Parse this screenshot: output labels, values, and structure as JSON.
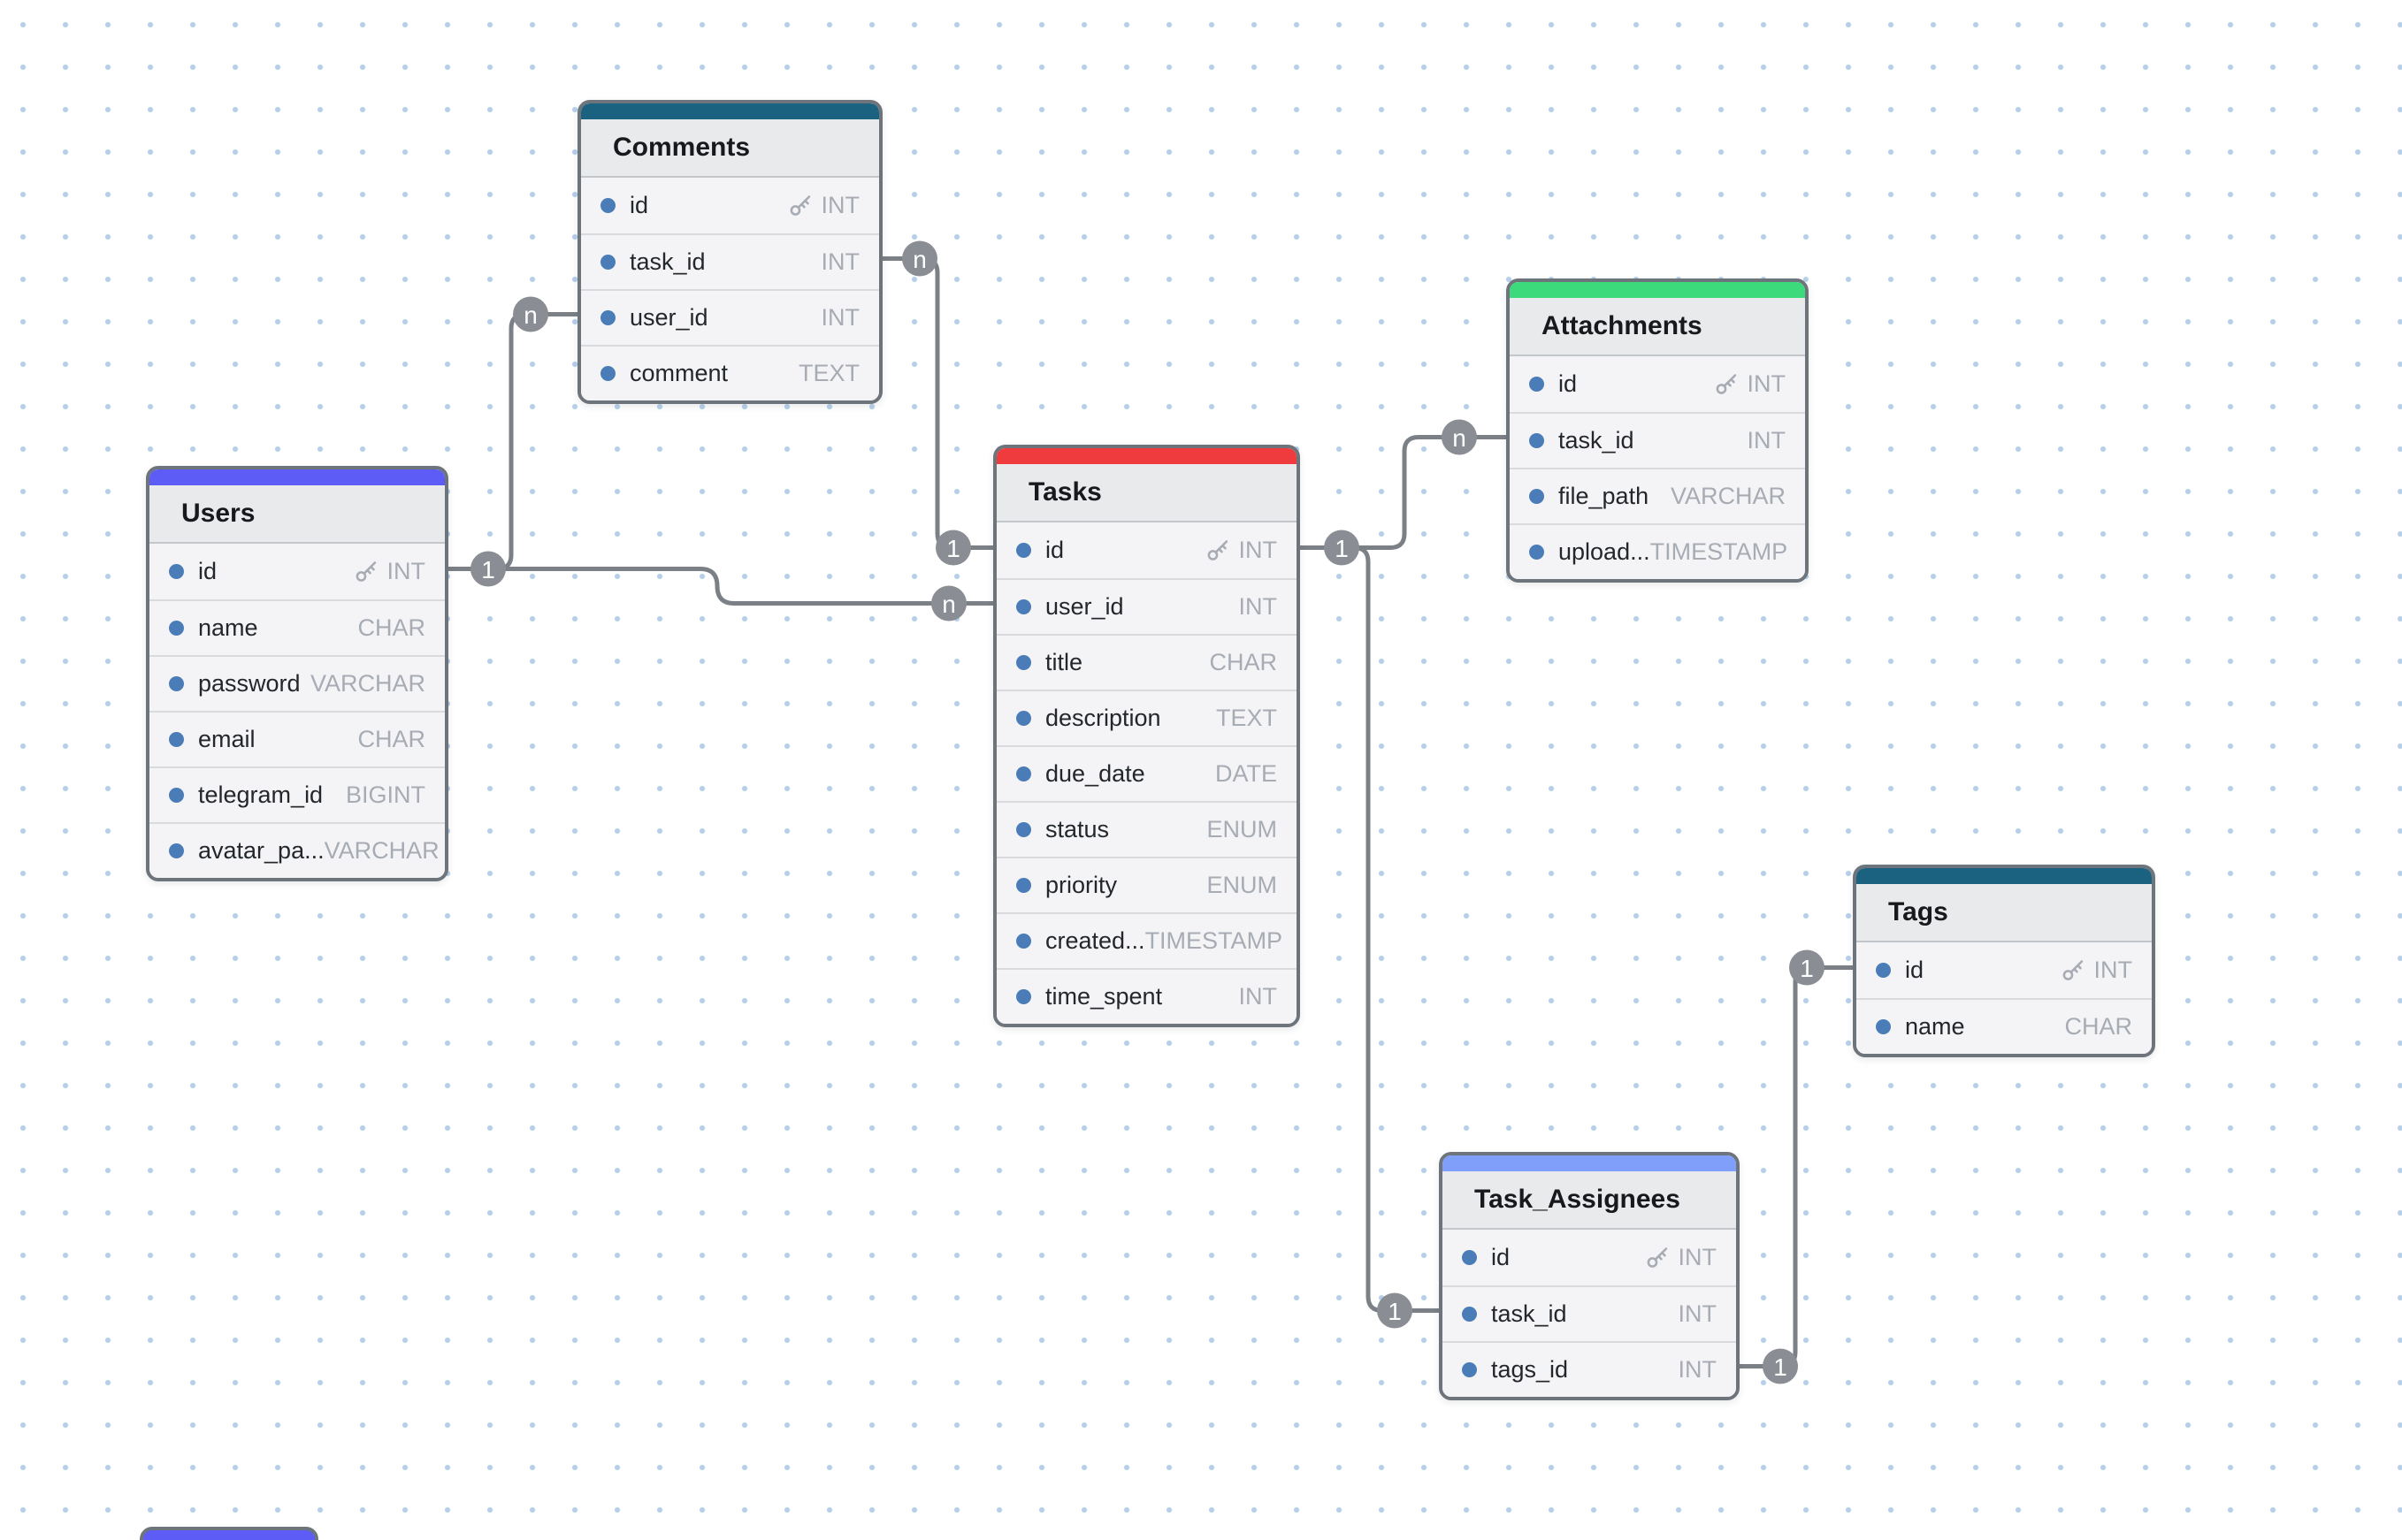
{
  "app": {
    "type": "database-er-diagram-canvas"
  },
  "canvas": {
    "background_color": "#ffffff",
    "grid_dot_color": "#b6d0ea",
    "relationship_line_color": "#7b8086",
    "cardinality_bubble_color": "#8a8e94",
    "table_border_color": "#6e747b"
  },
  "tables": [
    {
      "name": "Comments",
      "accent_color": "#1b6180",
      "fields": [
        {
          "name": "id",
          "type": "INT",
          "pk": true
        },
        {
          "name": "task_id",
          "type": "INT"
        },
        {
          "name": "user_id",
          "type": "INT"
        },
        {
          "name": "comment",
          "type": "TEXT"
        }
      ]
    },
    {
      "name": "Users",
      "accent_color": "#5e5cf7",
      "fields": [
        {
          "name": "id",
          "type": "INT",
          "pk": true
        },
        {
          "name": "name",
          "type": "CHAR"
        },
        {
          "name": "password",
          "type": "VARCHAR"
        },
        {
          "name": "email",
          "type": "CHAR"
        },
        {
          "name": "telegram_id",
          "type": "BIGINT"
        },
        {
          "name": "avatar_pa...",
          "type": "VARCHAR"
        }
      ]
    },
    {
      "name": "Tasks",
      "accent_color": "#ef3b3d",
      "fields": [
        {
          "name": "id",
          "type": "INT",
          "pk": true
        },
        {
          "name": "user_id",
          "type": "INT"
        },
        {
          "name": "title",
          "type": "CHAR"
        },
        {
          "name": "description",
          "type": "TEXT"
        },
        {
          "name": "due_date",
          "type": "DATE"
        },
        {
          "name": "status",
          "type": "ENUM"
        },
        {
          "name": "priority",
          "type": "ENUM"
        },
        {
          "name": "created...",
          "type": "TIMESTAMP"
        },
        {
          "name": "time_spent",
          "type": "INT"
        }
      ]
    },
    {
      "name": "Attachments",
      "accent_color": "#3cda7a",
      "fields": [
        {
          "name": "id",
          "type": "INT",
          "pk": true
        },
        {
          "name": "task_id",
          "type": "INT"
        },
        {
          "name": "file_path",
          "type": "VARCHAR"
        },
        {
          "name": "upload...",
          "type": "TIMESTAMP"
        }
      ]
    },
    {
      "name": "Tags",
      "accent_color": "#1b6180",
      "fields": [
        {
          "name": "id",
          "type": "INT",
          "pk": true
        },
        {
          "name": "name",
          "type": "CHAR"
        }
      ]
    },
    {
      "name": "Task_Assignees",
      "accent_color": "#7f9ffa",
      "fields": [
        {
          "name": "id",
          "type": "INT",
          "pk": true
        },
        {
          "name": "task_id",
          "type": "INT"
        },
        {
          "name": "tags_id",
          "type": "INT"
        }
      ]
    }
  ],
  "relationships": [
    {
      "from": "Comments.task_id",
      "to": "Tasks.id",
      "from_cardinality": "n",
      "to_cardinality": "1"
    },
    {
      "from": "Comments.user_id",
      "to": "Users.id",
      "from_cardinality": "n",
      "to_cardinality": "1"
    },
    {
      "from": "Tasks.user_id",
      "to": "Users.id",
      "from_cardinality": "n",
      "to_cardinality": "1"
    },
    {
      "from": "Attachments.task_id",
      "to": "Tasks.id",
      "from_cardinality": "n",
      "to_cardinality": "1"
    },
    {
      "from": "Task_Assignees.task_id",
      "to": "Tasks.id",
      "from_cardinality": "1",
      "to_cardinality": "1"
    },
    {
      "from": "Task_Assignees.tags_id",
      "to": "Tags.id",
      "from_cardinality": "1",
      "to_cardinality": "1"
    }
  ],
  "bubbles": [
    {
      "label": "n"
    },
    {
      "label": "1"
    },
    {
      "label": "n"
    },
    {
      "label": "1"
    },
    {
      "label": "n"
    },
    {
      "label": "1"
    },
    {
      "label": "n"
    },
    {
      "label": "1"
    },
    {
      "label": "1"
    },
    {
      "label": "1"
    }
  ]
}
